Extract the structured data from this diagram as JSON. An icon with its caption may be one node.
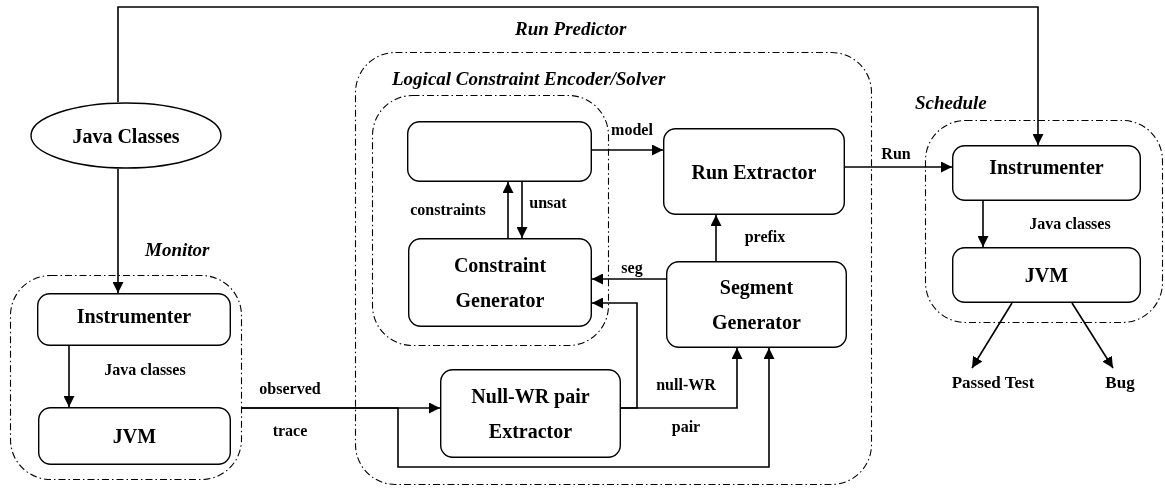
{
  "diagram": {
    "nodes": [
      {
        "text": [
          "Java Classes"
        ]
      },
      {
        "text": [
          "Monitor"
        ]
      },
      {
        "text": [
          "Instrumenter"
        ],
        "in": 1
      },
      {
        "text": [
          "JVM"
        ],
        "in": 1
      },
      {
        "text": [
          "Run Predictor"
        ]
      },
      {
        "text": [
          "Logical Constraint Encoder/Solver"
        ],
        "in": 4
      },
      {
        "text": [],
        "shape": "box",
        "in": 5
      },
      {
        "text": [
          "Constraint Generator"
        ],
        "in": 5
      },
      {
        "text": [
          "Run Extractor"
        ],
        "in": 4
      },
      {
        "text": [
          "Segment Generator"
        ],
        "in": 4
      },
      {
        "text": [
          "Null-WR pair Extractor"
        ],
        "in": 4
      },
      {
        "text": [
          "Schedule"
        ]
      },
      {
        "text": [
          "Instrumenter"
        ],
        "in": 11
      },
      {
        "text": [
          "JVM"
        ],
        "in": 11
      },
      {
        "text": [
          "Passed Test"
        ]
      },
      {
        "text": [
          "Bug"
        ]
      }
    ],
    "edges": [
      {
        "from": 0,
        "to": 2,
        "arrow": "to"
      },
      {
        "from": 0,
        "to": 12,
        "arrow": "to"
      },
      {
        "from": 2,
        "to": 3,
        "label": "Java classes",
        "arrow": "to"
      },
      {
        "from": 1,
        "to": 10,
        "label": "observed trace",
        "arrow": "to"
      },
      {
        "from": 1,
        "to": 9,
        "arrow": "to"
      },
      {
        "from": 10,
        "to": 9,
        "label": "null-WR pair",
        "arrow": "to"
      },
      {
        "from": 10,
        "to": 7,
        "arrow": "to"
      },
      {
        "from": 9,
        "to": 7,
        "label": "seg",
        "arrow": "to"
      },
      {
        "from": 9,
        "to": 8,
        "label": "prefix",
        "arrow": "to"
      },
      {
        "from": 7,
        "to": 6,
        "label": "constraints",
        "arrow": "to"
      },
      {
        "from": 6,
        "to": 7,
        "label": "unsat",
        "arrow": "to"
      },
      {
        "from": 6,
        "to": 8,
        "label": "model",
        "arrow": "to"
      },
      {
        "from": 8,
        "to": 12,
        "label": "Run",
        "arrow": "to"
      },
      {
        "from": 12,
        "to": 13,
        "label": "Java classes",
        "arrow": "to"
      },
      {
        "from": 13,
        "to": 14,
        "arrow": "to"
      },
      {
        "from": 13,
        "to": 15,
        "arrow": "to"
      }
    ]
  }
}
